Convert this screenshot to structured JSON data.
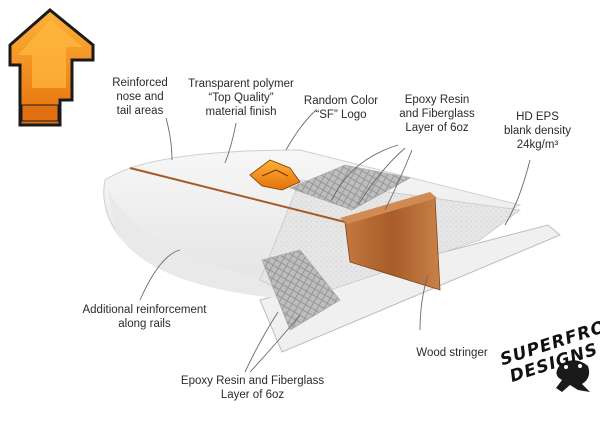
{
  "labels": {
    "nose_tail": [
      "Reinforced",
      "nose and",
      "tail areas"
    ],
    "polymer": [
      "Transparent polymer",
      "“Top Quality”",
      "material finish"
    ],
    "sf_logo": [
      "Random Color",
      "“SF” Logo"
    ],
    "epoxy_top": [
      "Epoxy Resin",
      "and Fiberglass",
      "Layer of 6oz"
    ],
    "eps": [
      "HD EPS",
      "blank density",
      "24kg/m³"
    ],
    "rails": [
      "Additional reinforcement",
      "along rails"
    ],
    "wood": "Wood stringer",
    "epoxy_bottom": [
      "Epoxy Resin and Fiberglass",
      "Layer of 6oz"
    ]
  },
  "brand": {
    "line1": "SUPERFROG",
    "line2": "DESIGNS",
    "badge_text": [
      "SUPERFROG",
      "DESIGNS"
    ]
  },
  "colors": {
    "orange": "#f08a1c",
    "orange_dark": "#c45a06",
    "wood": "#b0642e",
    "foam": "#e8e8e8",
    "board_white": "#f5f5f5"
  },
  "icons": [
    "sf-arrow-logo-icon",
    "frog-icon"
  ]
}
